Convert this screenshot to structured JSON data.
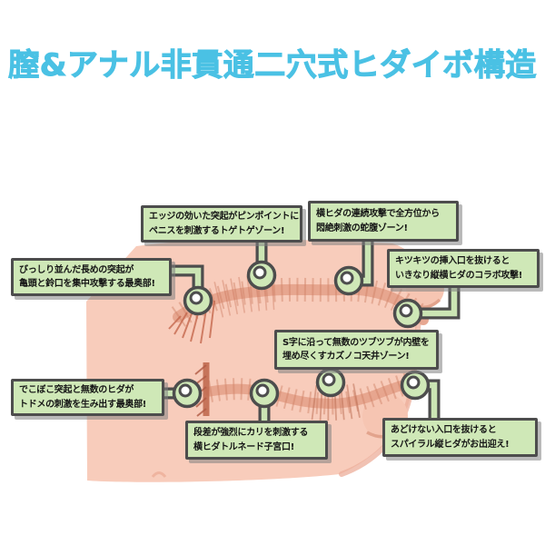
{
  "title": {
    "text": "膣&アナル非貫通二穴式ヒダイボ構造",
    "color": "#4ac1e4"
  },
  "colors": {
    "background": "#ffffff",
    "title_blue": "#4ac1e4",
    "body_flesh": "#f8ccbb",
    "body_shade": "#ecae99",
    "tunnel_base": "#e6a38c",
    "tunnel_rib": "#cf8165",
    "tunnel_dark": "#b96a50",
    "callout_bg": "#cfe8b7",
    "callout_border": "#4d4d4d",
    "connector_green": "#cbe5b4",
    "callout_text": "#151515"
  },
  "illustration": {
    "description": "cross-section of flesh-colored toy body with two non-through textured tunnels (vaginal upper, anal lower), eight green ring point-markers connected to callout boxes",
    "marker_icon": "ring-dot-marker"
  },
  "callouts": [
    {
      "id": "togetoge-zone",
      "line1": "エッジの効いた突起がピンポイントに",
      "line2": "ペニスを刺激するトゲトゲゾーン!"
    },
    {
      "id": "jabara-zone",
      "line1": "横ヒダの連続攻撃で全方位から",
      "line2": "悶絶刺激の蛇腹ゾーン!"
    },
    {
      "id": "saiokubu-upper",
      "line1": "びっしり並んだ長めの突起が",
      "line2": "亀頭と鈴口を集中攻撃する最奥部!"
    },
    {
      "id": "collab-attack",
      "line1": "キツキツの挿入口を抜けると",
      "line2": "いきなり縦横ヒダのコラボ攻撃!"
    },
    {
      "id": "kazunoko-zone",
      "line1": "S字に沿って無数のツブツブが内壁を",
      "line2": "埋め尽くすカズノコ天井ゾーン!"
    },
    {
      "id": "saiokubu-lower",
      "line1": "でこぼこ突起と無数のヒダが",
      "line2": "トドメの刺激を生み出す最奥部!"
    },
    {
      "id": "tornado-cervix",
      "line1": "段差が強烈にカリを刺激する",
      "line2": "横ヒダトルネード子宮口!"
    },
    {
      "id": "spiral-hida",
      "line1": "あどけない入口を抜けると",
      "line2": "スパイラル縦ヒダがお出迎え!"
    }
  ]
}
